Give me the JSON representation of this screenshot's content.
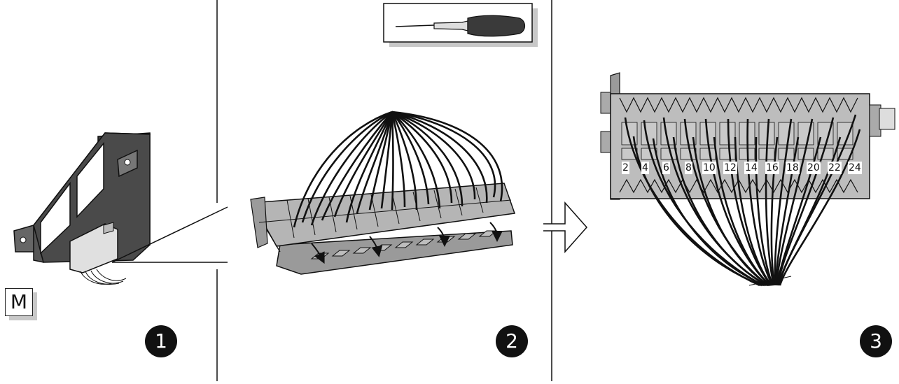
{
  "panels": [
    {
      "id": "panel-1",
      "step": "1",
      "label": "M"
    },
    {
      "id": "panel-2",
      "step": "2"
    },
    {
      "id": "panel-3",
      "step": "3"
    }
  ],
  "pin_numbers": [
    "2",
    "4",
    "6",
    "8",
    "10",
    "12",
    "14",
    "16",
    "18",
    "20",
    "22",
    "24"
  ],
  "icons": [
    "control-module-icon",
    "screwdriver-icon",
    "connector-icon",
    "arrow-right-icon"
  ]
}
